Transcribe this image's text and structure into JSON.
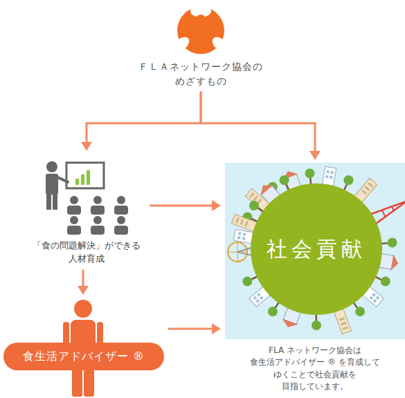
{
  "diagram": {
    "nodes": [
      {
        "text": [
          "ＦＬＡネットワーク協会の めざすもの"
        ]
      },
      {
        "text": [
          "「食の問題解決」ができる 人材育成"
        ]
      },
      {
        "text": [
          "FLA ネットワーク協会は 食生活アドバイザー ® を育成して ゆくことで社会貢献を 目指しています。"
        ]
      },
      {
        "text": [
          "社会貢献"
        ],
        "in": 2
      },
      {
        "text": [
          "食生活アドバイザー ®"
        ]
      }
    ],
    "edges": [
      {
        "from": 0,
        "to": 1,
        "arrow": "to"
      },
      {
        "from": 0,
        "to": 2,
        "arrow": "to"
      },
      {
        "from": 1,
        "to": 2,
        "arrow": "to"
      },
      {
        "from": 1,
        "to": 4,
        "arrow": "to"
      },
      {
        "from": 4,
        "to": 2,
        "arrow": "to"
      }
    ]
  }
}
